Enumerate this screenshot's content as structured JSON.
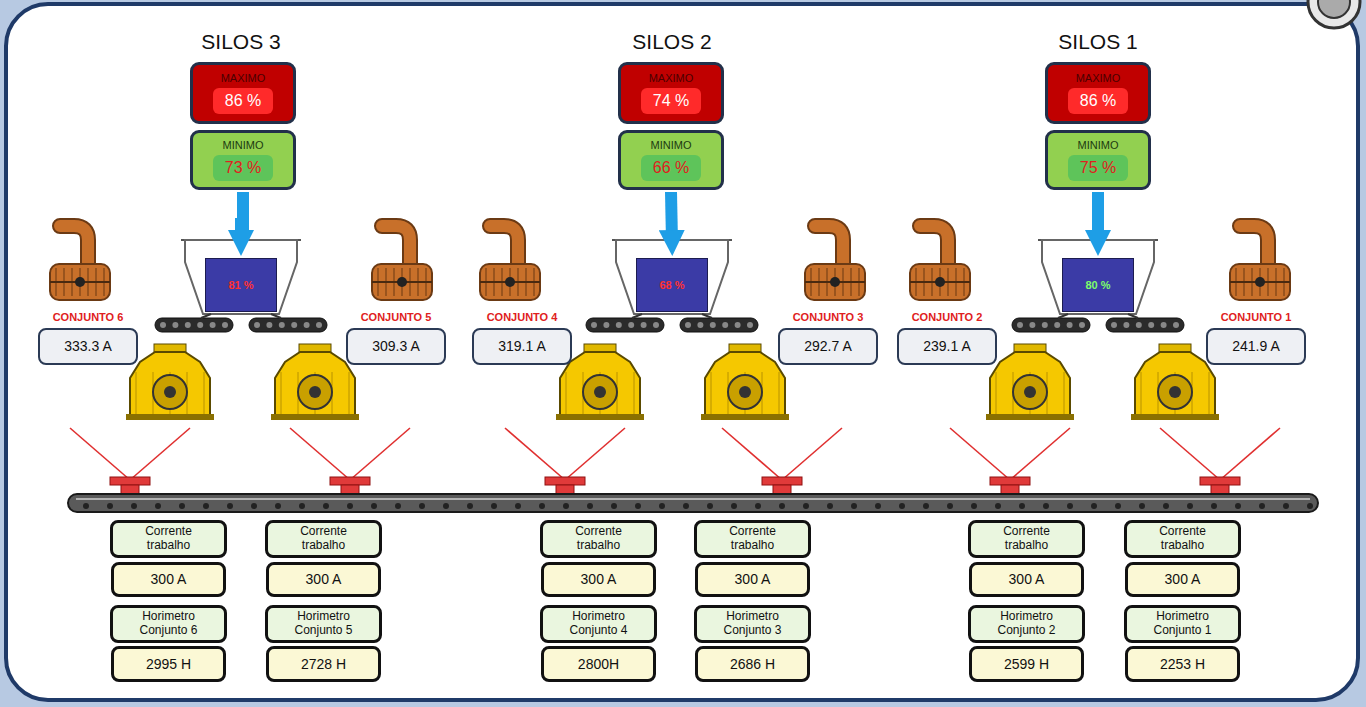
{
  "diagram": {
    "nodes": [
      {
        "text": [
          "MAXIMO",
          "86 %"
        ]
      },
      {
        "text": [
          "MINIMO",
          "73 %"
        ]
      },
      {
        "text": [
          "MAXIMO",
          "74 %"
        ]
      },
      {
        "text": [
          "MINIMO",
          "66 %"
        ]
      },
      {
        "text": [
          "MAXIMO",
          "86 %"
        ]
      },
      {
        "text": [
          "MINIMO",
          "75 %"
        ]
      },
      {
        "text": [
          "CONJUNTO 6",
          "333.3 A"
        ]
      },
      {
        "text": [
          "81 %"
        ]
      },
      {
        "text": [
          "CONJUNTO 5",
          "309.3 A"
        ]
      },
      {
        "text": [
          "CONJUNTO 4",
          "319.1 A"
        ]
      },
      {
        "text": [
          "68 %"
        ]
      },
      {
        "text": [
          "CONJUNTO 3",
          "292.7 A"
        ]
      },
      {
        "text": [
          "CONJUNTO 2",
          "239.1 A"
        ]
      },
      {
        "text": [
          "80 %"
        ]
      },
      {
        "text": [
          "CONJUNTO 1",
          "241.9 A"
        ]
      },
      {
        "text": [
          "Corrente trabalho"
        ]
      },
      {
        "text": [
          "Corrente trabalho"
        ]
      },
      {
        "text": [
          "Corrente trabalho"
        ]
      },
      {
        "text": [
          "Corrente trabalho"
        ]
      },
      {
        "text": [
          "Corrente trabalho"
        ]
      },
      {
        "text": [
          "Corrente trabalho"
        ]
      },
      {
        "text": [
          "300 A"
        ]
      },
      {
        "text": [
          "300 A"
        ]
      },
      {
        "text": [
          "300 A"
        ]
      },
      {
        "text": [
          "300 A"
        ]
      },
      {
        "text": [
          "300 A"
        ]
      },
      {
        "text": [
          "300 A"
        ]
      },
      {
        "text": [
          "Horimetro Conjunto 6"
        ]
      },
      {
        "text": [
          "Horimetro Conjunto 5"
        ]
      },
      {
        "text": [
          "Horimetro Conjunto 4"
        ]
      },
      {
        "text": [
          "Horimetro Conjunto 3"
        ]
      },
      {
        "text": [
          "Horimetro Conjunto 2"
        ]
      },
      {
        "text": [
          "Horimetro Conjunto 1"
        ]
      },
      {
        "text": [
          "2995 H"
        ]
      },
      {
        "text": [
          "2728 H"
        ]
      },
      {
        "text": [
          "2800H"
        ]
      },
      {
        "text": [
          "2686 H"
        ]
      },
      {
        "text": [
          "2599 H"
        ]
      },
      {
        "text": [
          "2253 H"
        ]
      }
    ],
    "edges": [
      {
        "from": 1,
        "to": 7,
        "arrow": "to"
      },
      {
        "from": 3,
        "to": 10,
        "arrow": "to"
      },
      {
        "from": 5,
        "to": 13,
        "arrow": "to"
      }
    ],
    "labels": [
      "SILOS 3",
      "SILOS 2",
      "SILOS 1"
    ]
  }
}
